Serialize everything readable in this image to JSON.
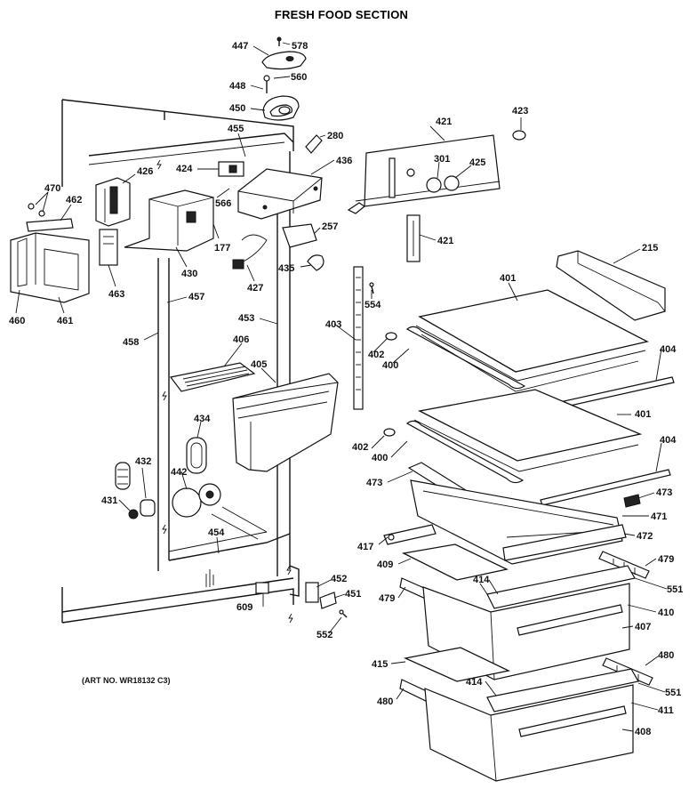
{
  "title": "FRESH FOOD SECTION",
  "art_number": "(ART NO. WR18132 C3)",
  "labels": {
    "l447": "447",
    "l578": "578",
    "l448": "448",
    "l560": "560",
    "l450": "450",
    "l455": "455",
    "l280": "280",
    "l421a": "421",
    "l423": "423",
    "l436": "436",
    "l301": "301",
    "l425": "425",
    "l424": "424",
    "l426": "426",
    "l470": "470",
    "l462": "462",
    "l566": "566",
    "l177": "177",
    "l257": "257",
    "l421b": "421",
    "l215": "215",
    "l435": "435",
    "l427": "427",
    "l430": "430",
    "l463": "463",
    "l460": "460",
    "l461": "461",
    "l457": "457",
    "l554": "554",
    "l401a": "401",
    "l453": "453",
    "l403": "403",
    "l458": "458",
    "l406": "406",
    "l402a": "402",
    "l404a": "404",
    "l405": "405",
    "l400a": "400",
    "l401b": "401",
    "l434": "434",
    "l402b": "402",
    "l404b": "404",
    "l400b": "400",
    "l432": "432",
    "l442": "442",
    "l473a": "473",
    "l473b": "473",
    "l431": "431",
    "l471": "471",
    "l417": "417",
    "l472": "472",
    "l454": "454",
    "l479a": "479",
    "l409": "409",
    "l452": "452",
    "l414a": "414",
    "l551a": "551",
    "l451": "451",
    "l479b": "479",
    "l609": "609",
    "l410": "410",
    "l552": "552",
    "l407": "407",
    "l480a": "480",
    "l415": "415",
    "l414b": "414",
    "l551b": "551",
    "l480b": "480",
    "l411": "411",
    "l408": "408"
  }
}
